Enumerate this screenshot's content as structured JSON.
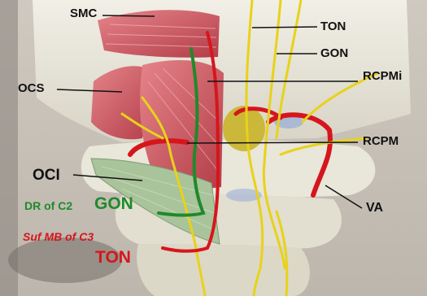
{
  "figure": {
    "labels": {
      "smc": "SMC",
      "ton_top": "TON",
      "gon_top": "GON",
      "ocs": "OCS",
      "rcpmi": "RCPMi",
      "rcpm": "RCPM",
      "oci": "OCI",
      "va": "VA",
      "dr_c2": "DR of C2",
      "gon_green": "GON",
      "suf_mb_c3": "Suf MB of C3",
      "ton_red": "TON"
    },
    "colors": {
      "nerve_yellow": "#e8d21a",
      "gon_green": "#1f8a2a",
      "artery_red": "#d6161c",
      "muscle_red": "#c9505a",
      "bone": "#e6e3d6",
      "oci_muscle": "#a9c39a"
    }
  }
}
